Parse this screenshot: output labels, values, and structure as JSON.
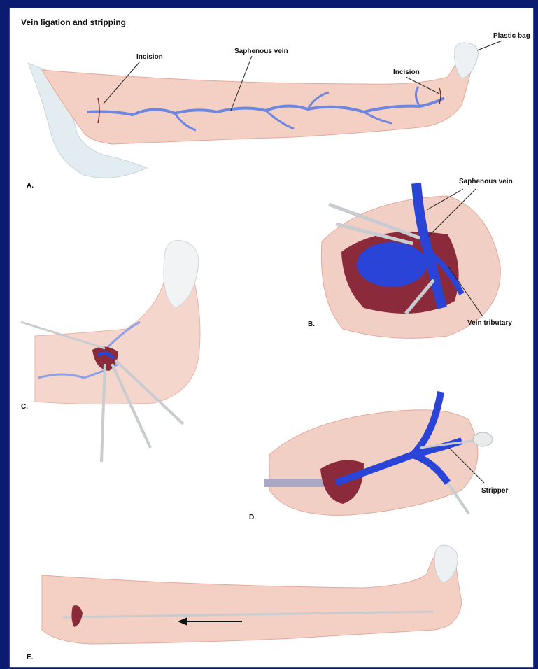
{
  "title": "Vein ligation and stripping",
  "colors": {
    "frame": "#0b1b70",
    "skin": "#f4cfc4",
    "skin_edge": "#e0a99c",
    "vein": "#2a44d8",
    "vein_light": "#8fa0e6",
    "tissue": "#8a2a3a",
    "instrument": "#c8ccd0",
    "drape": "#dfe9ef"
  },
  "panels": {
    "a": {
      "letter": "A.",
      "labels": {
        "incision_left": "Incision",
        "saphenous_vein": "Saphenous vein",
        "incision_right": "Incision",
        "plastic_bag": "Plastic bag"
      }
    },
    "b": {
      "letter": "B.",
      "labels": {
        "saphenous_vein": "Saphenous vein",
        "vein_tributary": "Vein tributary"
      }
    },
    "c": {
      "letter": "C."
    },
    "d": {
      "letter": "D.",
      "labels": {
        "stripper": "Stripper"
      }
    },
    "e": {
      "letter": "E."
    }
  }
}
